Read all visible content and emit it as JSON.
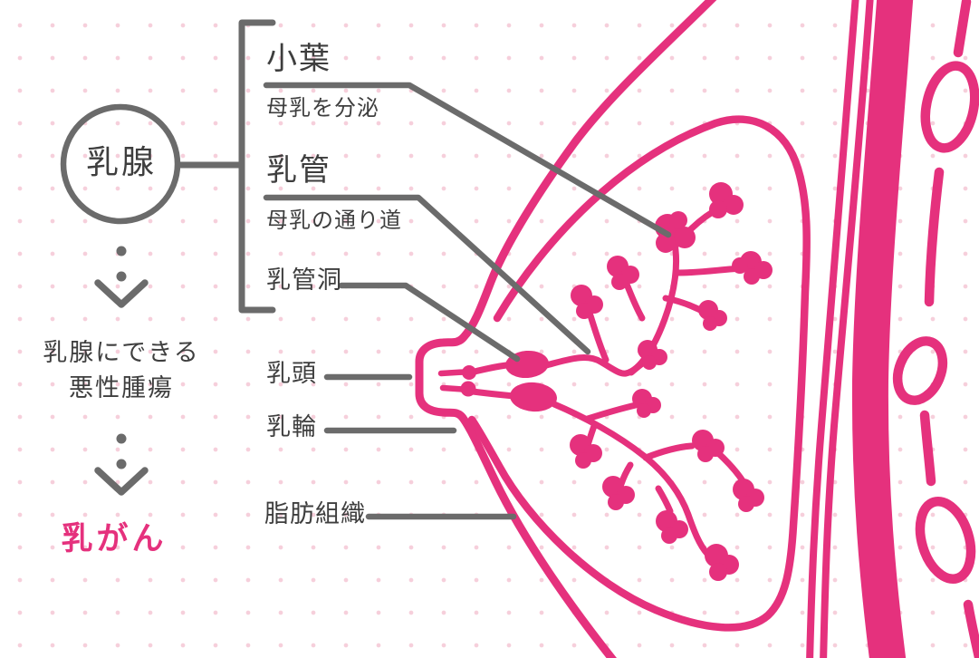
{
  "concept": {
    "node": "乳腺",
    "definition_line1": "乳腺にできる",
    "definition_line2": "悪性腫瘍",
    "result": "乳がん"
  },
  "anatomy_labels": {
    "lobule": "小葉",
    "lobule_desc": "母乳を分泌",
    "duct": "乳管",
    "duct_desc": "母乳の通り道",
    "lactiferous_sinus": "乳管洞",
    "nipple": "乳頭",
    "areola": "乳輪",
    "fat_tissue": "脂肪組織"
  },
  "icons": {
    "down_arrow": "dotted-chevron-down-arrow"
  },
  "colors": {
    "pink": "#E5317D",
    "line_gray": "#6B6B6B",
    "text_gray": "#3E3E3E",
    "background_dot": "#F6CFDB"
  }
}
